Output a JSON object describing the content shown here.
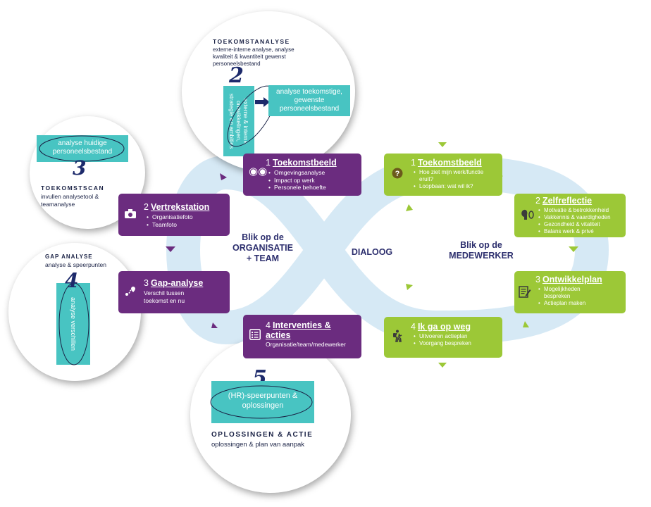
{
  "center": {
    "left_title": [
      "Blik op de",
      "ORGANISATIE",
      "+ TEAM"
    ],
    "middle": "DIALOOG",
    "right_title": [
      "Blik op de",
      "MEDEWERKER"
    ]
  },
  "organisatie_boxes": [
    {
      "num": "1",
      "title": "Toekomstbeeld",
      "bullets": [
        "Omgevingsanalyse",
        "Impact op werk",
        "Personele behoefte"
      ],
      "icon": "binoculars-icon"
    },
    {
      "num": "2",
      "title": "Vertrekstation",
      "bullets": [
        "Organisatiefoto",
        "Teamfoto"
      ],
      "icon": "camera-icon"
    },
    {
      "num": "3",
      "title": "Gap-analyse",
      "lines": [
        "Verschil tussen",
        "toekomst en nu"
      ],
      "icon": "route-icon"
    },
    {
      "num": "4",
      "title_lines": [
        "Interventies &",
        "acties"
      ],
      "lines": [
        "Organisatie/team/medewerker"
      ],
      "icon": "checklist-icon"
    }
  ],
  "medewerker_boxes": [
    {
      "num": "1",
      "title": "Toekomstbeeld",
      "bullets": [
        "Hoe ziet mijn werk/functie",
        "eruit?",
        "Loopbaan: wat wil ik?"
      ],
      "icon": "question-icon"
    },
    {
      "num": "2",
      "title": "Zelfreflectie",
      "bullets": [
        "Motivatie & betrokkenheid",
        "Vakkennis & vaardigheden",
        "Gezondheid & vitaliteit",
        "Balans werk & privé"
      ],
      "icon": "self-reflection-icon"
    },
    {
      "num": "3",
      "title": "Ontwikkelplan",
      "bullets": [
        "Mogelijkheden",
        "bespreken",
        "Actieplan maken"
      ],
      "icon": "plan-icon"
    },
    {
      "num": "4",
      "title": "Ik ga op weg",
      "bullets": [
        "Uitvoeren actieplan",
        "Voorgang bespreken"
      ],
      "icon": "hiker-icon"
    }
  ],
  "callouts": {
    "toekomstanalyse": {
      "number": "2",
      "heading": "TOEKOMSTANALYSE",
      "desc": [
        "externe-interne analyse, analyse",
        "kwaliteit & kwantiteit gewenst",
        "personeelsbestand"
      ],
      "vertical_box": [
        "externe & interne",
        "ontwikkelingen,",
        "strategie en ambities"
      ],
      "result_box": [
        "analyse toekomstige,",
        "gewenste",
        "personeelsbestand"
      ]
    },
    "toekomstscan": {
      "number": "3",
      "box": [
        "analyse huidige",
        "personeelsbestand"
      ],
      "heading": "TOEKOMSTSCAN",
      "desc": [
        "invullen analysetool &",
        "teamanalyse"
      ]
    },
    "gap_analyse": {
      "heading": "GAP ANALYSE",
      "desc": "analyse & speerpunten",
      "number": "4",
      "vertical_box": "analyse verschillen"
    },
    "oplossingen": {
      "number": "5",
      "box": [
        "(HR)-speerpunten &",
        "oplossingen"
      ],
      "heading": "OPLOSSINGEN & ACTIE",
      "desc": "oplossingen & plan van aanpak"
    }
  },
  "colors": {
    "purple": "#6b2c7f",
    "green": "#9cc837",
    "teal": "#48c4c2",
    "loop": "#d6e9f5",
    "navy": "#1a2245"
  }
}
